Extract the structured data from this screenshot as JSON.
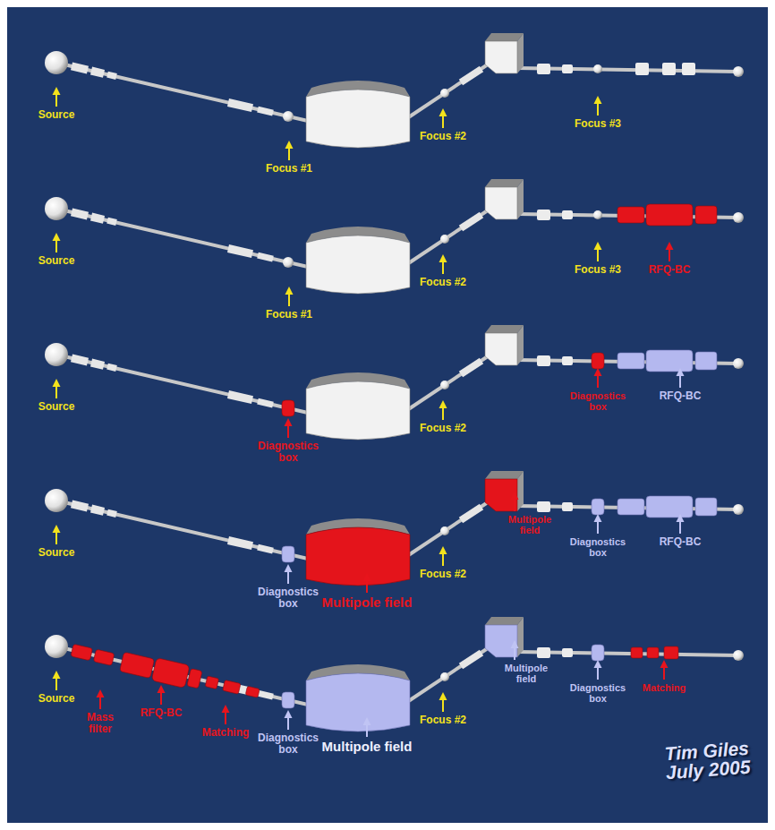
{
  "diagram": {
    "labels": [
      "Source",
      "Focus #1",
      "Focus #2",
      "Focus #3",
      "Source",
      "Focus #1",
      "Focus #2",
      "Focus #3",
      "RFQ-BC",
      "Source",
      "Diagnostics box",
      "Focus #2",
      "Diagnostics box",
      "RFQ-BC",
      "Source",
      "Diagnostics box",
      "Multipole field",
      "Focus #2",
      "Multipole field",
      "Diagnostics box",
      "RFQ-BC",
      "Source",
      "Mass filter",
      "RFQ-BC",
      "Matching",
      "Diagnostics box",
      "Multipole field",
      "Focus #2",
      "Multipole field",
      "Diagnostics box",
      "Matching",
      "Tim Giles July 2005"
    ]
  }
}
